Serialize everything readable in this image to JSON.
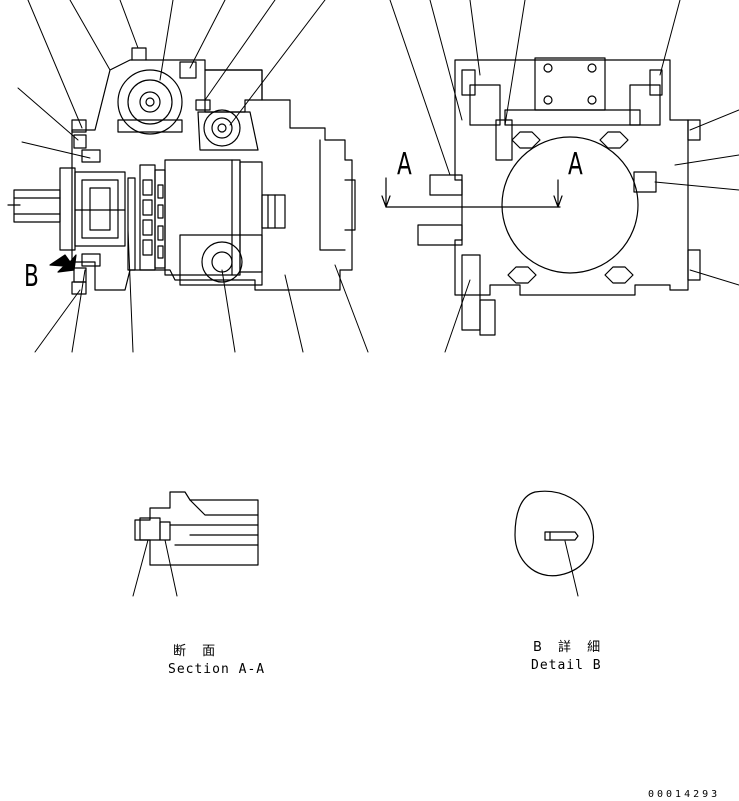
{
  "views": {
    "main_left": {
      "direction_marker": "B"
    },
    "main_right": {
      "section_marker_left": "A",
      "section_marker_right": "A"
    }
  },
  "details": {
    "section_aa": {
      "caption_jp": "断 面",
      "caption_en": "Section A-A"
    },
    "detail_b": {
      "caption_jp": "B 詳 細",
      "caption_en": "Detail B"
    }
  },
  "drawing_number": "00014293"
}
